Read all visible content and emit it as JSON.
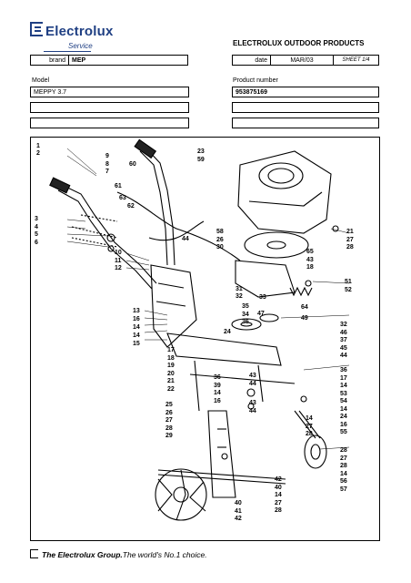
{
  "header": {
    "brand_logo": "Electrolux",
    "service": "Service",
    "company": "ELECTROLUX OUTDOOR PRODUCTS"
  },
  "fields": {
    "brand_label": "brand",
    "brand_value": "MEP",
    "date_label": "date",
    "date_value": "MAR/03",
    "sheet": "SHEET 1/4",
    "model_label": "Model",
    "model_value": "MEPPY 3.7",
    "product_label": "Product number",
    "product_value": "953875169"
  },
  "diagram": {
    "part_numbers_left": [
      "1",
      "2",
      "3",
      "4",
      "5",
      "6",
      "9",
      "8",
      "7",
      "60",
      "61",
      "63",
      "62",
      "10",
      "11",
      "12",
      "13",
      "16",
      "14",
      "14",
      "15",
      "17",
      "18",
      "19",
      "20",
      "21",
      "22",
      "25",
      "26",
      "27",
      "28",
      "29"
    ],
    "part_numbers_center": [
      "23",
      "59",
      "44",
      "58",
      "26",
      "30",
      "31",
      "32",
      "33",
      "35",
      "34",
      "36",
      "24",
      "36",
      "39",
      "14",
      "16",
      "43",
      "44",
      "43",
      "44",
      "40",
      "41",
      "42",
      "42",
      "40",
      "14",
      "27",
      "28"
    ],
    "part_numbers_right": [
      "65",
      "43",
      "18",
      "21",
      "27",
      "28",
      "51",
      "52",
      "64",
      "47",
      "49",
      "32",
      "46",
      "37",
      "45",
      "44",
      "36",
      "17",
      "14",
      "53",
      "54",
      "14",
      "24",
      "16",
      "55",
      "14",
      "27",
      "28",
      "28",
      "27",
      "28",
      "14",
      "56",
      "57"
    ]
  },
  "footer": {
    "group": "The Electrolux Group.",
    "slogan": "The world's No.1 choice."
  }
}
